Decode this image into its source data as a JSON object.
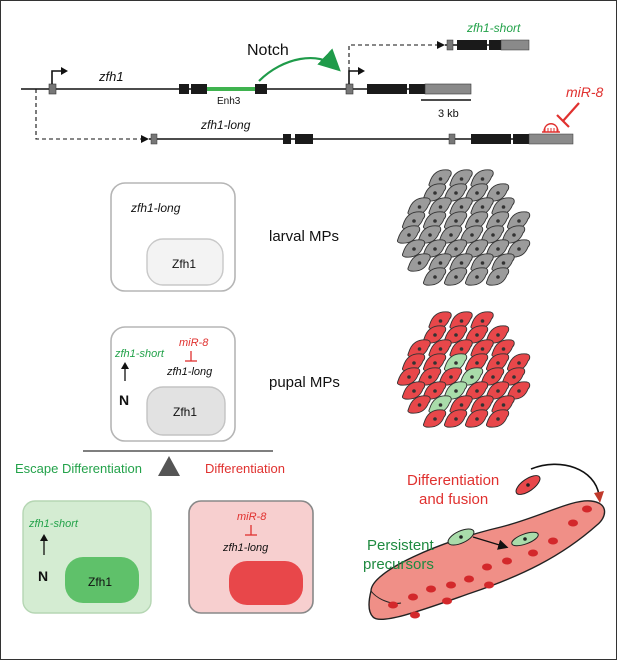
{
  "gene_map": {
    "gene_label": "zfh1",
    "enhancer_label": "Enh3",
    "notch_label": "Notch",
    "short_isoform_label": "zfh1-short",
    "long_isoform_label": "zfh1-long",
    "mirna_label": "miR-8",
    "scale_label": "3 kb"
  },
  "larval": {
    "box_label": "zfh1-long",
    "protein_label": "Zfh1",
    "stage_label": "larval MPs"
  },
  "pupal": {
    "short_label": "zfh1-short",
    "mirna_label": "miR-8",
    "long_label": "zfh1-long",
    "notch_letter": "N",
    "protein_label": "Zfh1",
    "stage_label": "pupal MPs"
  },
  "balance": {
    "left_label": "Escape Differentiation",
    "right_label": "Differentiation"
  },
  "escape_box": {
    "short_label": "zfh1-short",
    "notch_letter": "N",
    "protein_label": "Zfh1"
  },
  "diff_box": {
    "mirna_label": "miR-8",
    "long_label": "zfh1-long"
  },
  "fiber": {
    "fusion_label_line1": "Differentiation",
    "fusion_label_line2": "and fusion",
    "persistent_line1": "Persistent",
    "persistent_line2": "precursors"
  },
  "colors": {
    "green_text": "#23a24a",
    "red_text": "#e0312f",
    "green_cell": "#a9dcaa",
    "red_cell": "#e8474a",
    "gray_cell": "#9b9b9b",
    "fiber": "#f08f87"
  }
}
